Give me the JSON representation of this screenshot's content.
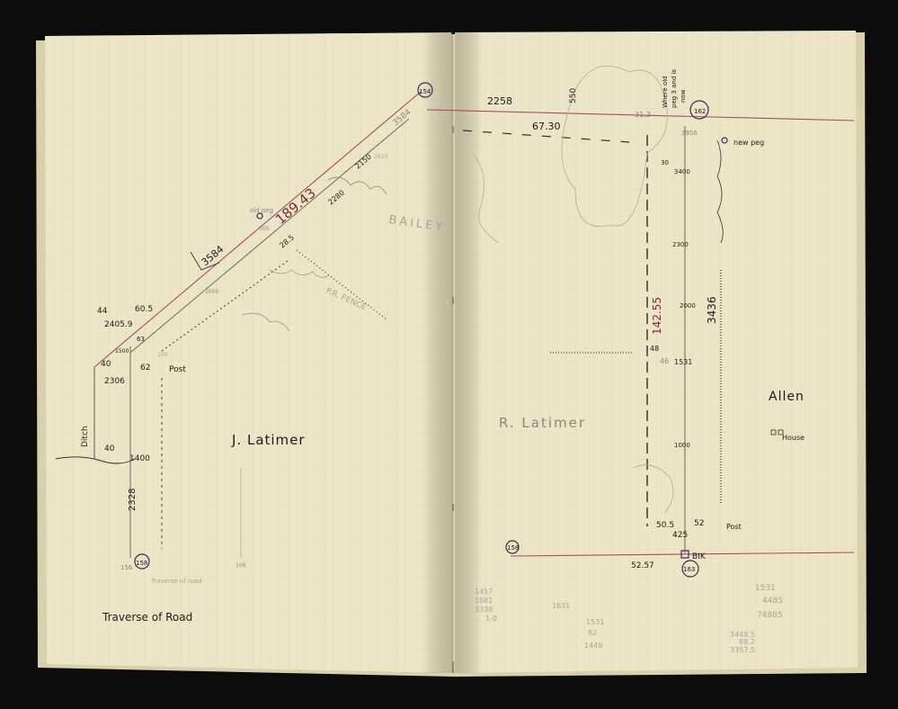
{
  "document": {
    "type": "field survey notebook, open two-page spread",
    "colors": {
      "background": "#0c0c0c",
      "paper": "#ece6c6",
      "grid": "#d4d3b8",
      "ink": "#1c1c1c",
      "pencil": "#8a877c",
      "survey_line_red": "#a84a66",
      "station_ink": "#3a2a55"
    }
  },
  "left_page": {
    "title": "Traverse of Road",
    "owner": "J. Latimer",
    "field_labels": {
      "ditch": "Ditch",
      "post": "Post",
      "old_peg": "old peg",
      "bailey": "BAILEY",
      "fence": "P.R. FENCE",
      "road_note": "Traverse of road"
    },
    "stations": [
      "154",
      "156",
      "158"
    ],
    "readings": {
      "diagonal_main": "189.43",
      "diagonal_offset": "3584",
      "diagonal_top": "3584",
      "d_2150": "2150",
      "d_2280": "2280",
      "d_2850": "28.5",
      "d_2405": "2405.9",
      "d_2306": "2306",
      "d_1400": "1400",
      "d_2328": "2328",
      "d_44": "44",
      "d_605": "60.5",
      "d_40a": "40",
      "d_40b": "40",
      "d_62": "62",
      "d_63": "63",
      "d_1500": "1500",
      "d_2000": "2000",
      "d_705": "705",
      "d_2620": "2620",
      "d_106": "106",
      "d_150": "150"
    }
  },
  "right_page": {
    "owner_left": "R. Latimer",
    "owner_right": "Allen",
    "house": "House",
    "new_peg": "new peg",
    "post": "Post",
    "bik": "BIK",
    "note_vertical": [
      "Where old",
      "peg 3 and is",
      "now"
    ],
    "stations": [
      "158",
      "162",
      "163"
    ],
    "readings": {
      "top_chain": "2258",
      "top_offset": "67.30",
      "d_550": "550",
      "d_312": "31.2",
      "d_3956": "3956",
      "d_3400": "3400",
      "d_2300": "2300",
      "d_2000": "2000",
      "d_1531": "1531",
      "d_1000": "1000",
      "d_3436": "3436",
      "d_14255": "142.55",
      "d_48": "48",
      "d_46": "46",
      "d_505": "50.5",
      "d_425": "425",
      "d_52": "52",
      "d_5257": "52.57",
      "d_30": "30"
    },
    "calculations": {
      "calc1": [
        "1457",
        "1881",
        "3338",
        "-",
        "1-0"
      ],
      "calc2": [
        "1631"
      ],
      "calc3": [
        "1531",
        "82",
        "1449"
      ],
      "calc4": [
        "1531",
        "4485",
        "74885"
      ],
      "calc5": [
        "3448.5",
        "88.2",
        "3357.5"
      ]
    }
  }
}
